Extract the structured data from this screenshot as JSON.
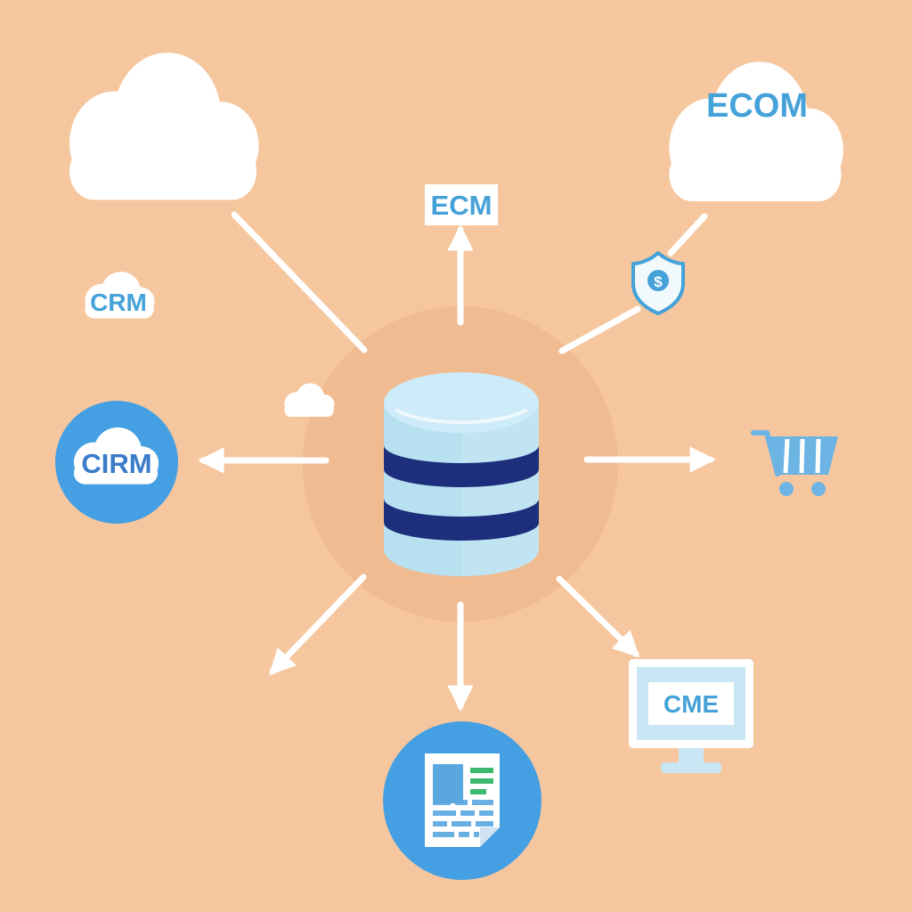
{
  "diagram": {
    "type": "hub-and-spoke-integration",
    "colors": {
      "background": "#f6c79e",
      "halo": "#ecb084",
      "accent_blue": "#45a2d9",
      "dark_label_blue": "#3a7cc9",
      "badge_blue": "#459fe3",
      "navy_band": "#1c2e7c",
      "cylinder_body": "#b7e0f1",
      "cylinder_top": "#cdebf8",
      "cart_blue": "#6cb4e4",
      "green_accent": "#3cb96e",
      "connector_white": "#ffffff"
    },
    "hub": {
      "name": "central-database",
      "icon": "database-cylinder"
    },
    "nodes": {
      "cloud_top_left": {
        "icon": "cloud"
      },
      "ecom_cloud": {
        "icon": "cloud",
        "label": "ECOM"
      },
      "ecm_tag": {
        "icon": "label-box",
        "label": "ECM"
      },
      "crm_cloud": {
        "icon": "cloud",
        "label": "CRM"
      },
      "cirm_badge": {
        "icon": "cloud-in-circle",
        "label": "CIRM"
      },
      "small_cloud": {
        "icon": "cloud"
      },
      "payment_shield": {
        "icon": "security-shield",
        "label": "$"
      },
      "shopping_cart": {
        "icon": "shopping-cart"
      },
      "cme_monitor": {
        "icon": "desktop-monitor",
        "label": "CME"
      },
      "document_badge": {
        "icon": "document-in-circle"
      }
    },
    "connectors": [
      {
        "from": "hub",
        "to": "ecm_tag",
        "arrowhead": true
      },
      {
        "from": "cloud_top_left",
        "to": "hub",
        "arrowhead": false
      },
      {
        "from": "ecom_cloud",
        "to": "payment_shield",
        "arrowhead": false
      },
      {
        "from": "payment_shield",
        "to": "hub",
        "arrowhead": false
      },
      {
        "from": "hub",
        "to": "cirm_badge",
        "arrowhead": true
      },
      {
        "from": "hub",
        "to": "shopping_cart",
        "arrowhead": true
      },
      {
        "from": "hub",
        "to": "document_badge",
        "arrowhead": true
      },
      {
        "from": "hub",
        "to": "lower_left",
        "arrowhead": true
      },
      {
        "from": "hub",
        "to": "cme_monitor",
        "arrowhead": true
      }
    ]
  }
}
